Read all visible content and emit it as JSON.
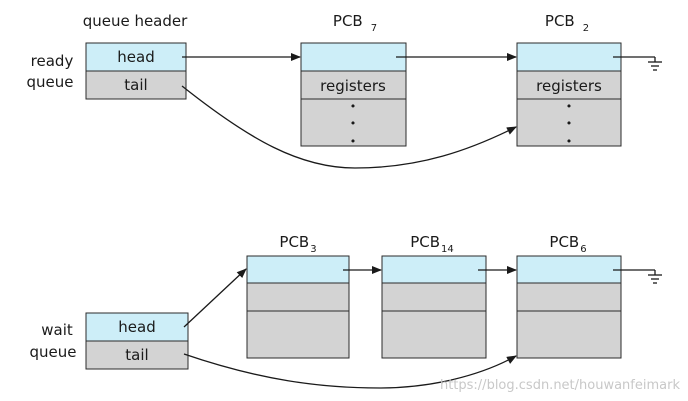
{
  "ready_queue": {
    "label_line1": "ready",
    "label_line2": "queue",
    "header_title": "queue header",
    "head_label": "head",
    "tail_label": "tail",
    "pcbs": [
      {
        "name": "PCB",
        "sub": "7",
        "field": "registers",
        "dots": "•"
      },
      {
        "name": "PCB",
        "sub": "2",
        "field": "registers",
        "dots": "•"
      }
    ]
  },
  "wait_queue": {
    "label_line1": "wait",
    "label_line2": "queue",
    "head_label": "head",
    "tail_label": "tail",
    "pcbs": [
      {
        "name": "PCB",
        "sub": "3"
      },
      {
        "name": "PCB",
        "sub": "14"
      },
      {
        "name": "PCB",
        "sub": "6"
      }
    ]
  },
  "watermark": "https://blog.csdn.net/houwanfeimark",
  "colors": {
    "cyan_cell": "#cdeef8",
    "gray_cell": "#d3d3d3",
    "stroke": "#2b2b2b"
  }
}
